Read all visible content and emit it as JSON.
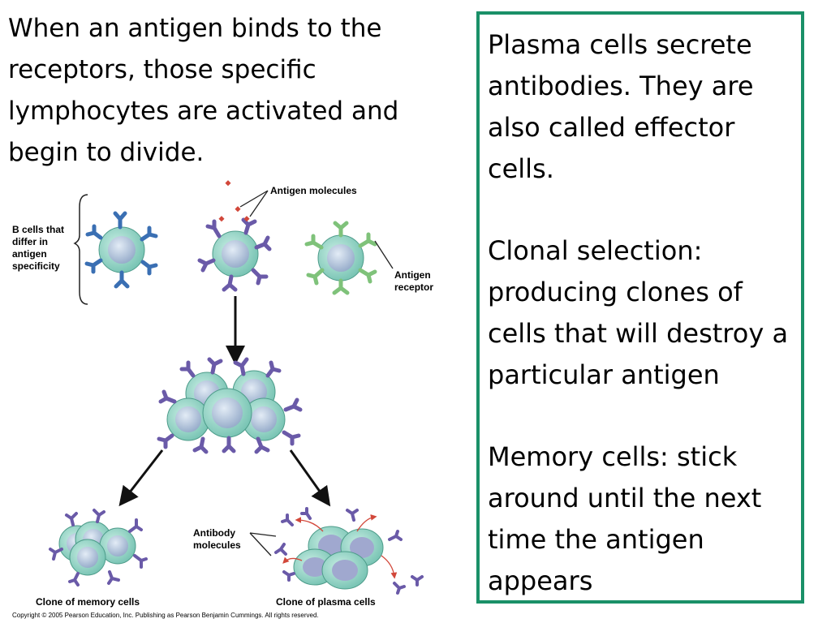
{
  "slide": {
    "intro_text": "When an antigen binds to the receptors, those specific lymphocytes are activated and begin to divide.",
    "side_box": {
      "paragraphs": [
        "Plasma cells secrete antibodies.  They are also called effector cells.",
        "Clonal selection: producing clones of cells that will destroy a particular antigen",
        "Memory cells: stick around until the next time the antigen appears"
      ],
      "border_color": "#1a9068"
    }
  },
  "figure": {
    "labels": {
      "b_cells_line1": "B cells that",
      "b_cells_line2": "differ in",
      "b_cells_line3": "antigen",
      "b_cells_line4": "specificity",
      "antigen_molecules": "Antigen molecules",
      "antigen_receptor_line1": "Antigen",
      "antigen_receptor_line2": "receptor",
      "antibody_line1": "Antibody",
      "antibody_line2": "molecules",
      "clone_memory": "Clone of memory cells",
      "clone_plasma": "Clone of plasma cells",
      "copyright": "Copyright © 2005 Pearson Education, Inc. Publishing as Pearson Benjamin Cummings. All rights reserved."
    },
    "colors": {
      "cell_fill": "#8fd4c4",
      "cell_nucleus": "#b5c8e0",
      "receptor_blue": "#3a6fb3",
      "receptor_purple": "#6a5aa8",
      "receptor_green": "#7fc27a",
      "antigen_red": "#d2473a"
    }
  }
}
